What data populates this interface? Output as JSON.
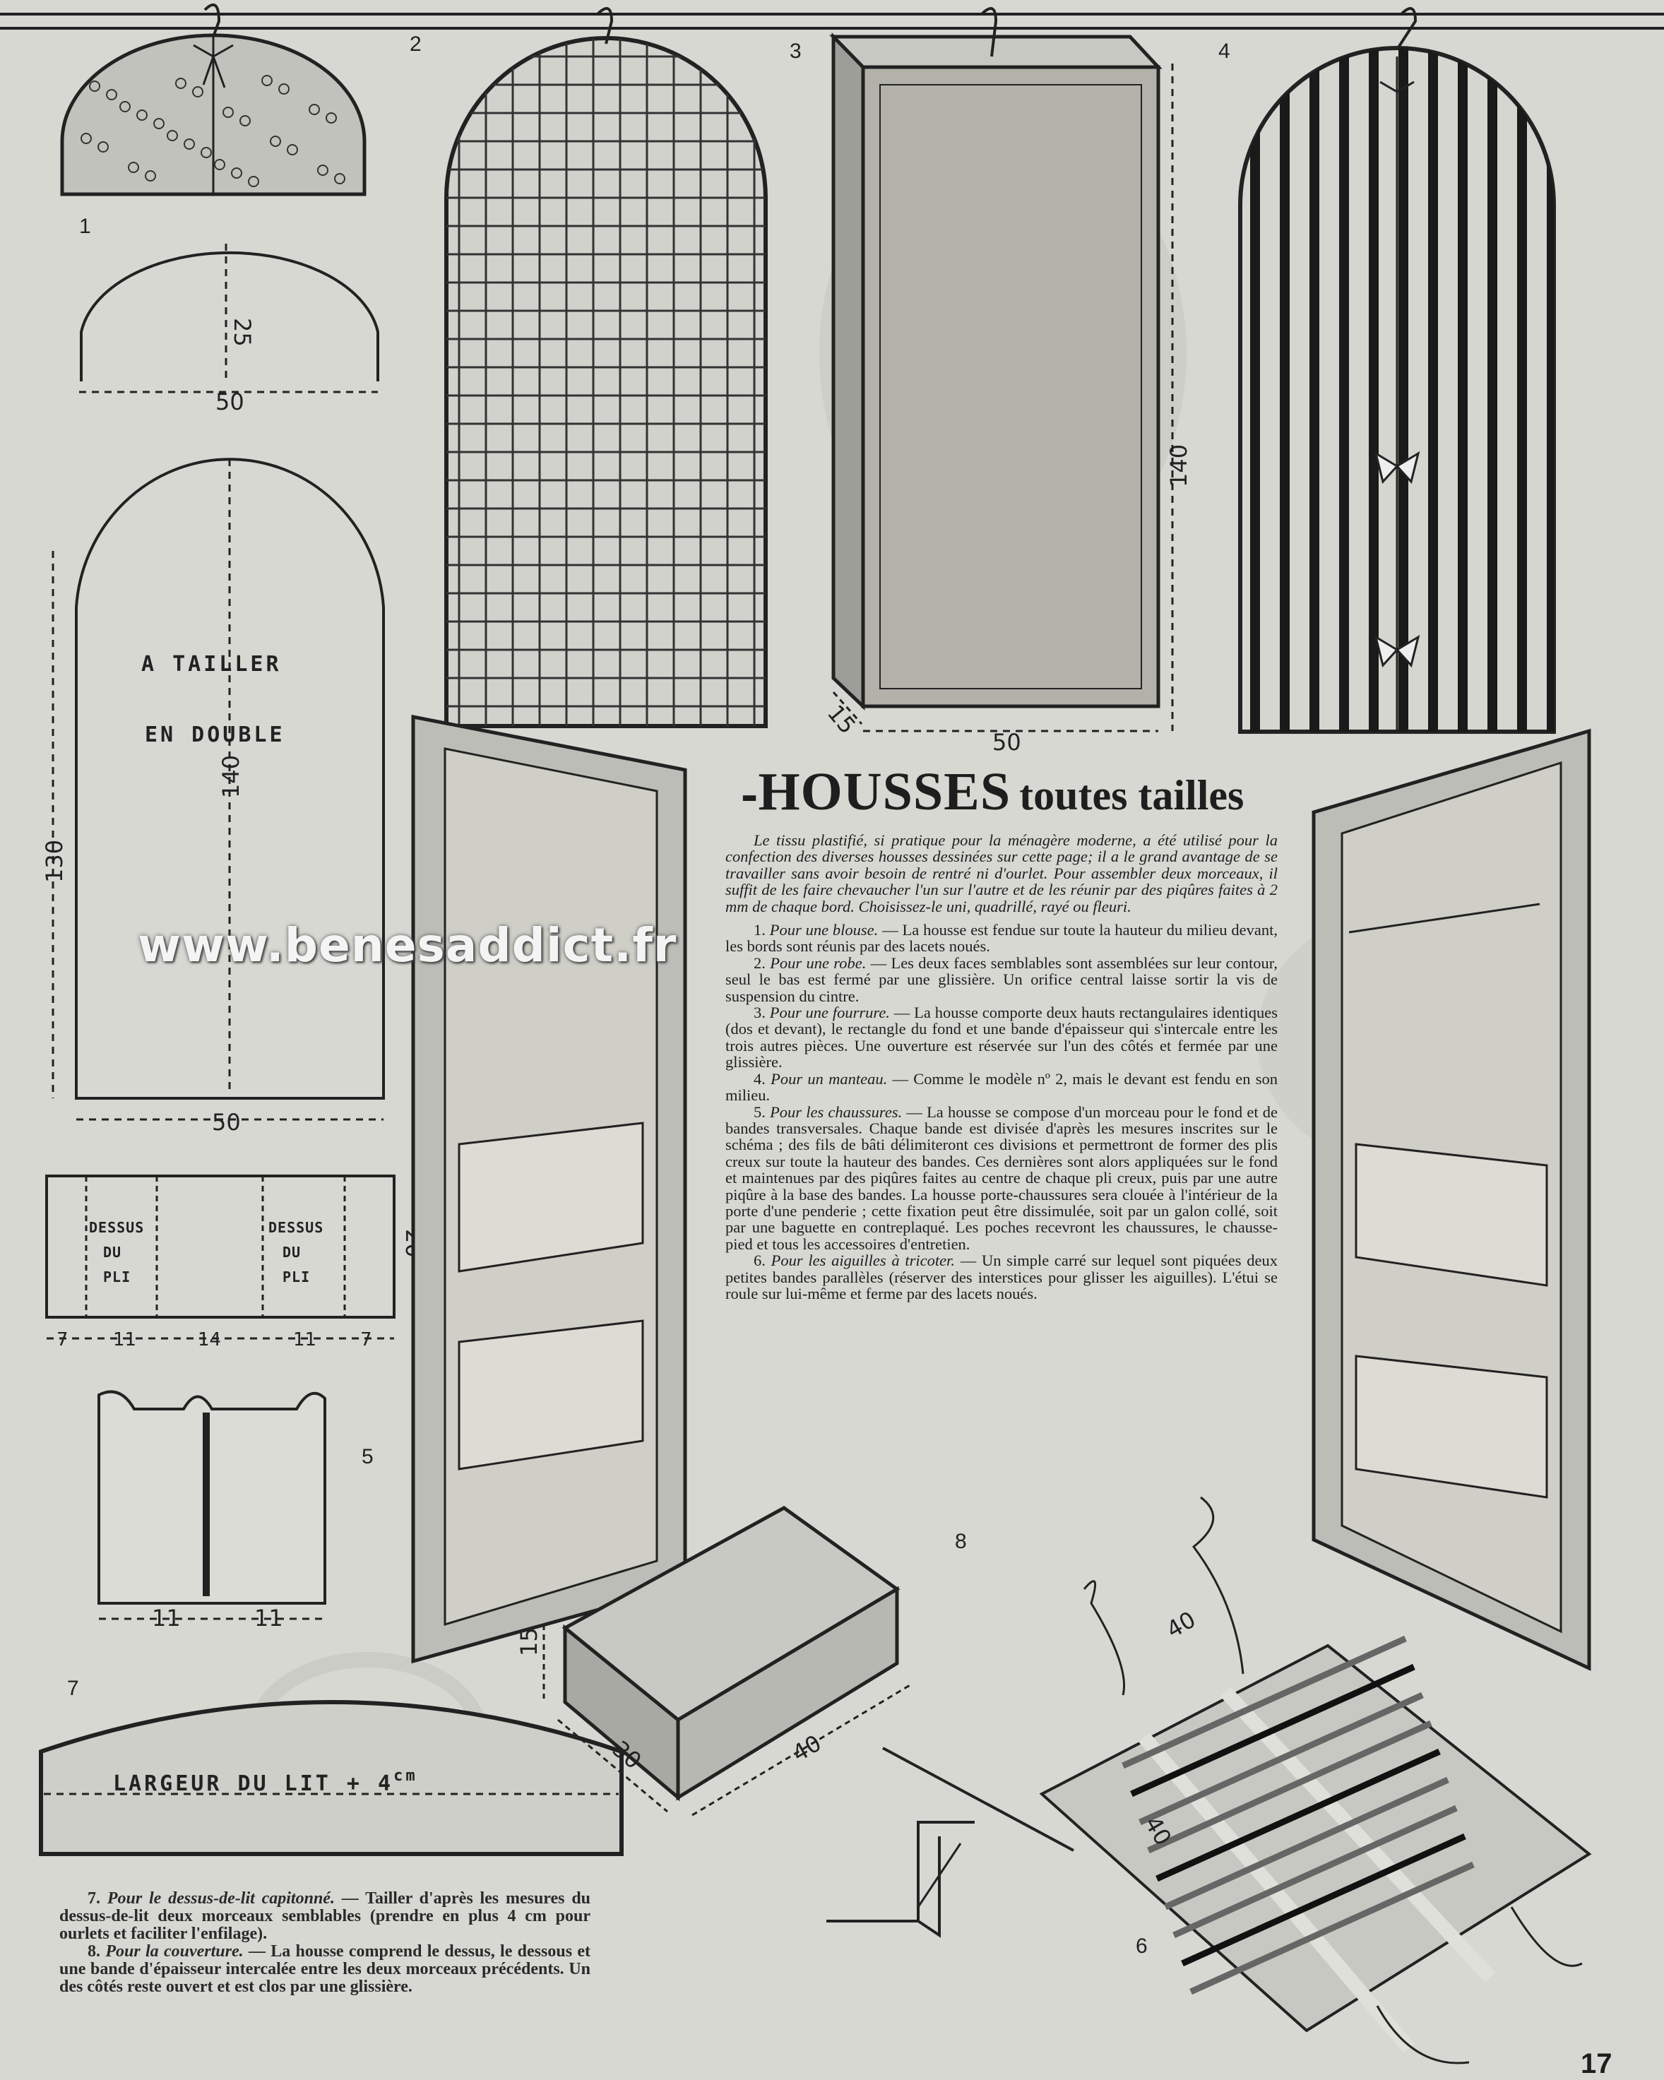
{
  "title": {
    "main": "HOUSSES",
    "sub": "toutes tailles"
  },
  "intro": "Le tissu plastifié, si pratique pour la ménagère moderne, a été utilisé pour la confection des diverses housses dessinées sur cette page; il a le grand avantage de se travailler sans avoir besoin de rentré ni d'ourlet. Pour assembler deux morceaux, il suffit de les faire chevaucher l'un sur l'autre et de les réunir par des piqûres faites à 2 mm de chaque bord. Choisissez-le uni, quadrillé, rayé ou fleuri.",
  "items": [
    {
      "num": "1.",
      "title": "Pour une blouse.",
      "text": "— La housse est fendue sur toute la hauteur du milieu devant, les bords sont réunis par des lacets noués."
    },
    {
      "num": "2.",
      "title": "Pour une robe.",
      "text": "— Les deux faces semblables sont assemblées sur leur contour, seul le bas est fermé par une glissière. Un orifice central laisse sortir la vis de suspension du cintre."
    },
    {
      "num": "3.",
      "title": "Pour une fourrure.",
      "text": "— La housse comporte deux hauts rectangulaires identiques (dos et devant), le rectangle du fond et une bande d'épaisseur qui s'intercale entre les trois autres pièces. Une ouverture est réservée sur l'un des côtés et fermée par une glissière."
    },
    {
      "num": "4.",
      "title": "Pour un manteau.",
      "text": "— Comme le modèle nº 2, mais le devant est fendu en son milieu."
    },
    {
      "num": "5.",
      "title": "Pour les chaussures.",
      "text": "— La housse se compose d'un morceau pour le fond et de bandes transversales. Chaque bande est divisée d'après les mesures inscrites sur le schéma ; des fils de bâti délimiteront ces divisions et permettront de former des plis creux sur toute la hauteur des bandes. Ces dernières sont alors appliquées sur le fond et maintenues par des piqûres faites au centre de chaque pli creux, puis par une autre piqûre à la base des bandes. La housse porte-chaussures sera clouée à l'intérieur de la porte d'une penderie ; cette fixation peut être dissimulée, soit par un galon collé, soit par une baguette en contreplaqué. Les poches recevront les chaussures, le chausse-pied et tous les accessoires d'entretien."
    },
    {
      "num": "6.",
      "title": "Pour les aiguilles à tricoter.",
      "text": "— Un simple carré sur lequel sont piquées deux petites bandes parallèles (réserver des interstices pour glisser les aiguilles). L'étui se roule sur lui-même et ferme par des lacets noués."
    }
  ],
  "bottom_items": [
    {
      "num": "7.",
      "title": "Pour le dessus-de-lit capitonné.",
      "text": "— Tailler d'après les mesures du dessus-de-lit deux morceaux semblables (prendre en plus 4 cm pour ourlets et faciliter l'enfilage)."
    },
    {
      "num": "8.",
      "title": "Pour la couverture.",
      "text": "— La housse comprend le dessus, le dessous et une bande d'épaisseur intercalée entre les deux morceaux précédents. Un des côtés reste ouvert et est clos par une glissière."
    }
  ],
  "figures": {
    "fig1": "1",
    "fig2": "2",
    "fig3": "3",
    "fig4": "4",
    "fig5": "5",
    "fig6": "6",
    "fig7": "7",
    "fig8": "8"
  },
  "patterns": {
    "blouse": {
      "height": "25",
      "width": "50"
    },
    "robe": {
      "line1": "A TAILLER",
      "line2": "EN DOUBLE",
      "inner_height": "140",
      "outer_height": "130",
      "width": "50"
    },
    "fourrure": {
      "height": "140",
      "depth": "15",
      "width": "50"
    },
    "chaussures": {
      "left_label": [
        "DESSUS",
        "DU",
        "PLI"
      ],
      "right_label": [
        "DESSUS",
        "DU",
        "PLI"
      ],
      "height": "20",
      "segments": [
        "7",
        "11",
        "14",
        "11",
        "7"
      ],
      "pocket_widths": [
        "11",
        "11"
      ]
    },
    "dessus_de_lit": {
      "label": "LARGEUR DU LIT + 4",
      "unit": "cm"
    },
    "couverture": {
      "height": "15",
      "depth": "30",
      "width": "40"
    },
    "aiguilles": {
      "width": "40",
      "height": "40"
    }
  },
  "watermark": "www.benesaddict.fr",
  "page_number": "17",
  "colors": {
    "paper": "#d8d8d3",
    "ink": "#1e1e1e",
    "shade": "#b4b4ae"
  }
}
